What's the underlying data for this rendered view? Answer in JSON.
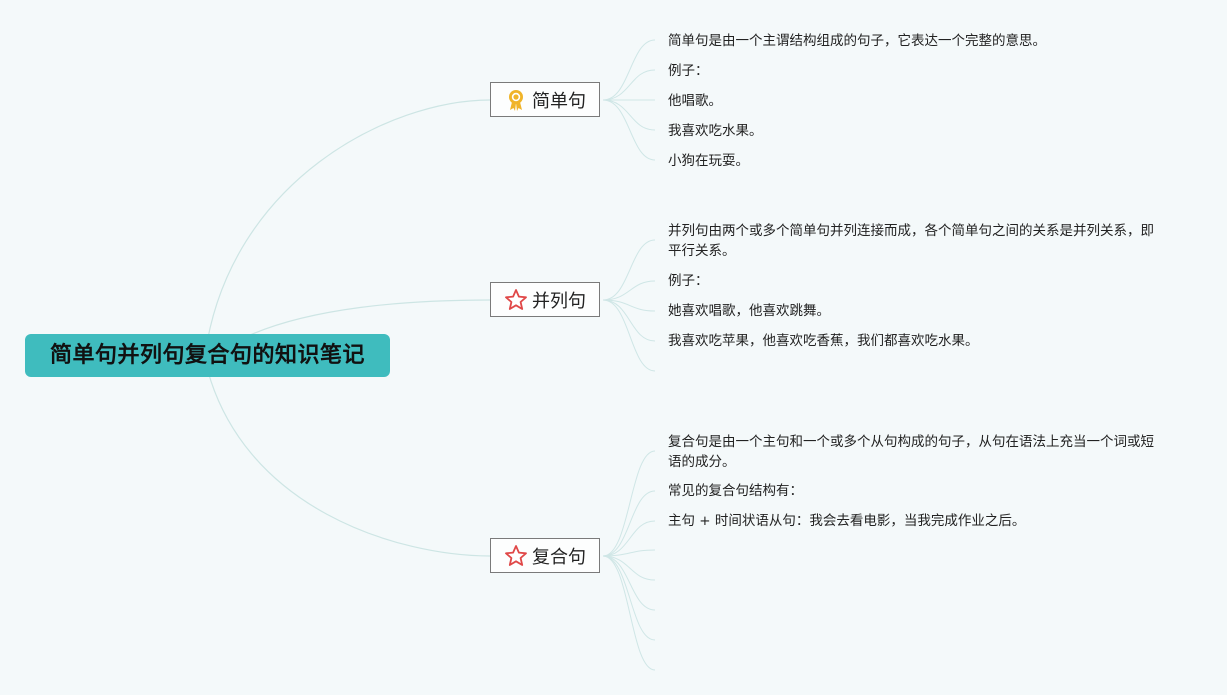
{
  "root": {
    "title": "简单句并列句复合句的知识笔记"
  },
  "branches": [
    {
      "label": "简单句",
      "icon": "medal-icon",
      "leaves": [
        "简单句是由一个主谓结构组成的句子，它表达一个完整的意思。",
        "例子：",
        "他唱歌。",
        "我喜欢吃水果。",
        "小狗在玩耍。"
      ]
    },
    {
      "label": "并列句",
      "icon": "star-icon",
      "leaves": [
        "并列句由两个或多个简单句并列连接而成，各个简单句之间的关系是并列关系，即平行关系。",
        "例子：",
        "她喜欢唱歌，他喜欢跳舞。",
        "我喜欢吃苹果，他喜欢吃香蕉，我们都喜欢吃水果。"
      ]
    },
    {
      "label": "复合句",
      "icon": "star-icon",
      "leaves": [
        "复合句是由一个主句和一个或多个从句构成的句子，从句在语法上充当一个词或短语的成分。",
        "常见的复合句结构有：",
        "主句 + 时间状语从句：我会去看电影，当我完成作业之后。"
      ]
    }
  ],
  "colors": {
    "background": "#f4f9fa",
    "root_fill": "#3fbcbe",
    "connector": "#cfe6e6",
    "branch_border": "#7a7a7a",
    "medal": "#f0b429",
    "star": "#e04848"
  }
}
